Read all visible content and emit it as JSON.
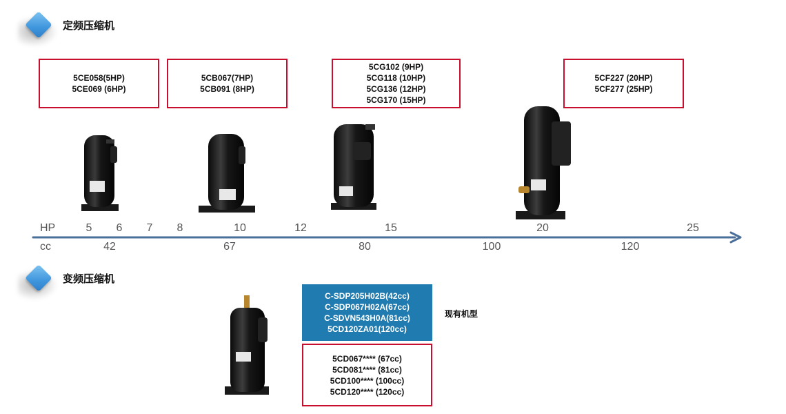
{
  "sections": {
    "fixed": {
      "title": "定频压缩机"
    },
    "variable": {
      "title": "变频压缩机"
    }
  },
  "fixed_models": [
    {
      "lines": [
        "5CE058(5HP)",
        "5CE069 (6HP)"
      ]
    },
    {
      "lines": [
        "5CB067(7HP)",
        "5CB091 (8HP)"
      ]
    },
    {
      "lines": [
        "5CG102 (9HP)",
        "5CG118 (10HP)",
        "5CG136 (12HP)",
        "5CG170 (15HP)"
      ]
    },
    {
      "lines": [
        "5CF227 (20HP)",
        "5CF277 (25HP)"
      ]
    }
  ],
  "axis": {
    "hp_label": "HP",
    "cc_label": "cc",
    "hp_ticks": [
      "5",
      "6",
      "7",
      "8",
      "10",
      "12",
      "15",
      "20",
      "25"
    ],
    "cc_ticks": [
      "42",
      "67",
      "80",
      "100",
      "120"
    ],
    "color": "#4a6f99"
  },
  "variable_models": {
    "existing": {
      "lines": [
        "C-SDP205H02B(42cc)",
        "C-SDP067H02A(67cc)",
        "C-SDVN543H0A(81cc)",
        "5CD120ZA01(120cc)"
      ],
      "label": "现有机型",
      "color": "#1f7bb0"
    },
    "new": {
      "lines": [
        "5CD067**** (67cc)",
        "5CD081**** (81cc)",
        "5CD100**** (100cc)",
        "5CD120**** (120cc)"
      ]
    }
  },
  "colors": {
    "box_border": "#c8102e",
    "diamond": "#3f96dd"
  }
}
